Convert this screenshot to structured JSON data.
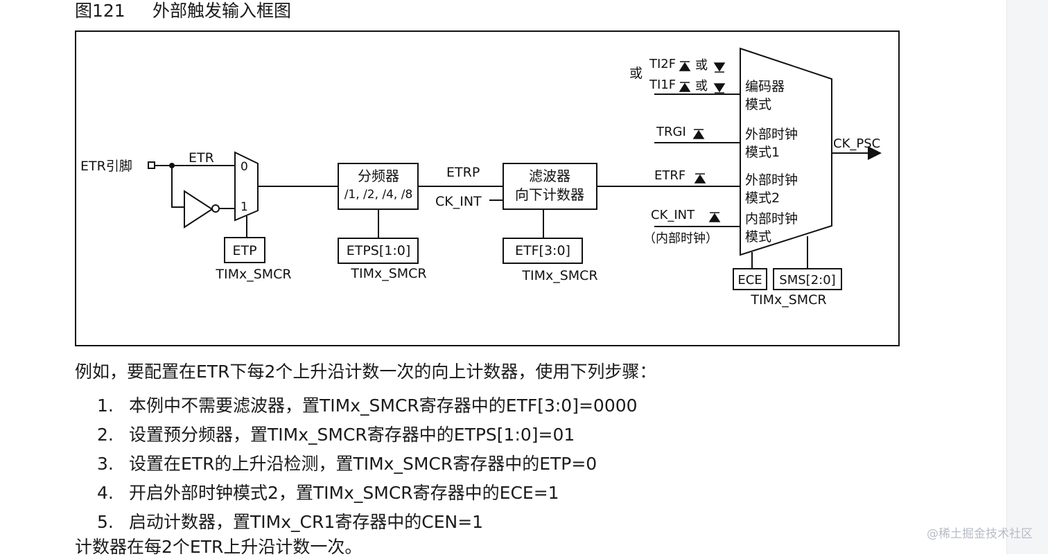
{
  "figure": {
    "number": "图121",
    "title": "外部触发输入框图"
  },
  "diagram": {
    "etr_pin": "ETR引脚",
    "etr": "ETR",
    "mux_in0": "0",
    "mux_in1": "1",
    "etp": "ETP",
    "prescaler": {
      "name": "分频器",
      "ratios": "/1, /2, /4, /8"
    },
    "etrp": "ETRP",
    "ck_int": "CK_INT",
    "filter": {
      "line1": "滤波器",
      "line2": "向下计数器"
    },
    "etps": "ETPS[1:0]",
    "etf": "ETF[3:0]",
    "smcr": "TIMx_SMCR",
    "or_label": "或",
    "ti2f": "TI2F",
    "ti1f": "TI1F",
    "or_small": "或",
    "trgi": "TRGI",
    "etrf": "ETRF",
    "ck_int2": "CK_INT",
    "internal_clock_note": "（内部时钟）",
    "modes": {
      "encoder": [
        "编码器",
        "模式"
      ],
      "ext1": [
        "外部时钟",
        "模式1"
      ],
      "ext2": [
        "外部时钟",
        "模式2"
      ],
      "internal": [
        "内部时钟",
        "模式"
      ]
    },
    "ck_psc": "CK_PSC",
    "ece": "ECE",
    "sms": "SMS[2:0]"
  },
  "text": {
    "intro": "例如，要配置在ETR下每2个上升沿计数一次的向上计数器，使用下列步骤：",
    "steps": [
      {
        "num": "1.",
        "text": "本例中不需要滤波器，置TIMx_SMCR寄存器中的ETF[3:0]=0000"
      },
      {
        "num": "2.",
        "text": "设置预分频器，置TIMx_SMCR寄存器中的ETPS[1:0]=01"
      },
      {
        "num": "3.",
        "text": "设置在ETR的上升沿检测，置TIMx_SMCR寄存器中的ETP=0"
      },
      {
        "num": "4.",
        "text": "开启外部时钟模式2，置TIMx_SMCR寄存器中的ECE=1"
      },
      {
        "num": "5.",
        "text": "启动计数器，置TIMx_CR1寄存器中的CEN=1"
      }
    ],
    "outro": "计数器在每2个ETR上升沿计数一次。"
  },
  "watermark": "@稀土掘金技术社区"
}
